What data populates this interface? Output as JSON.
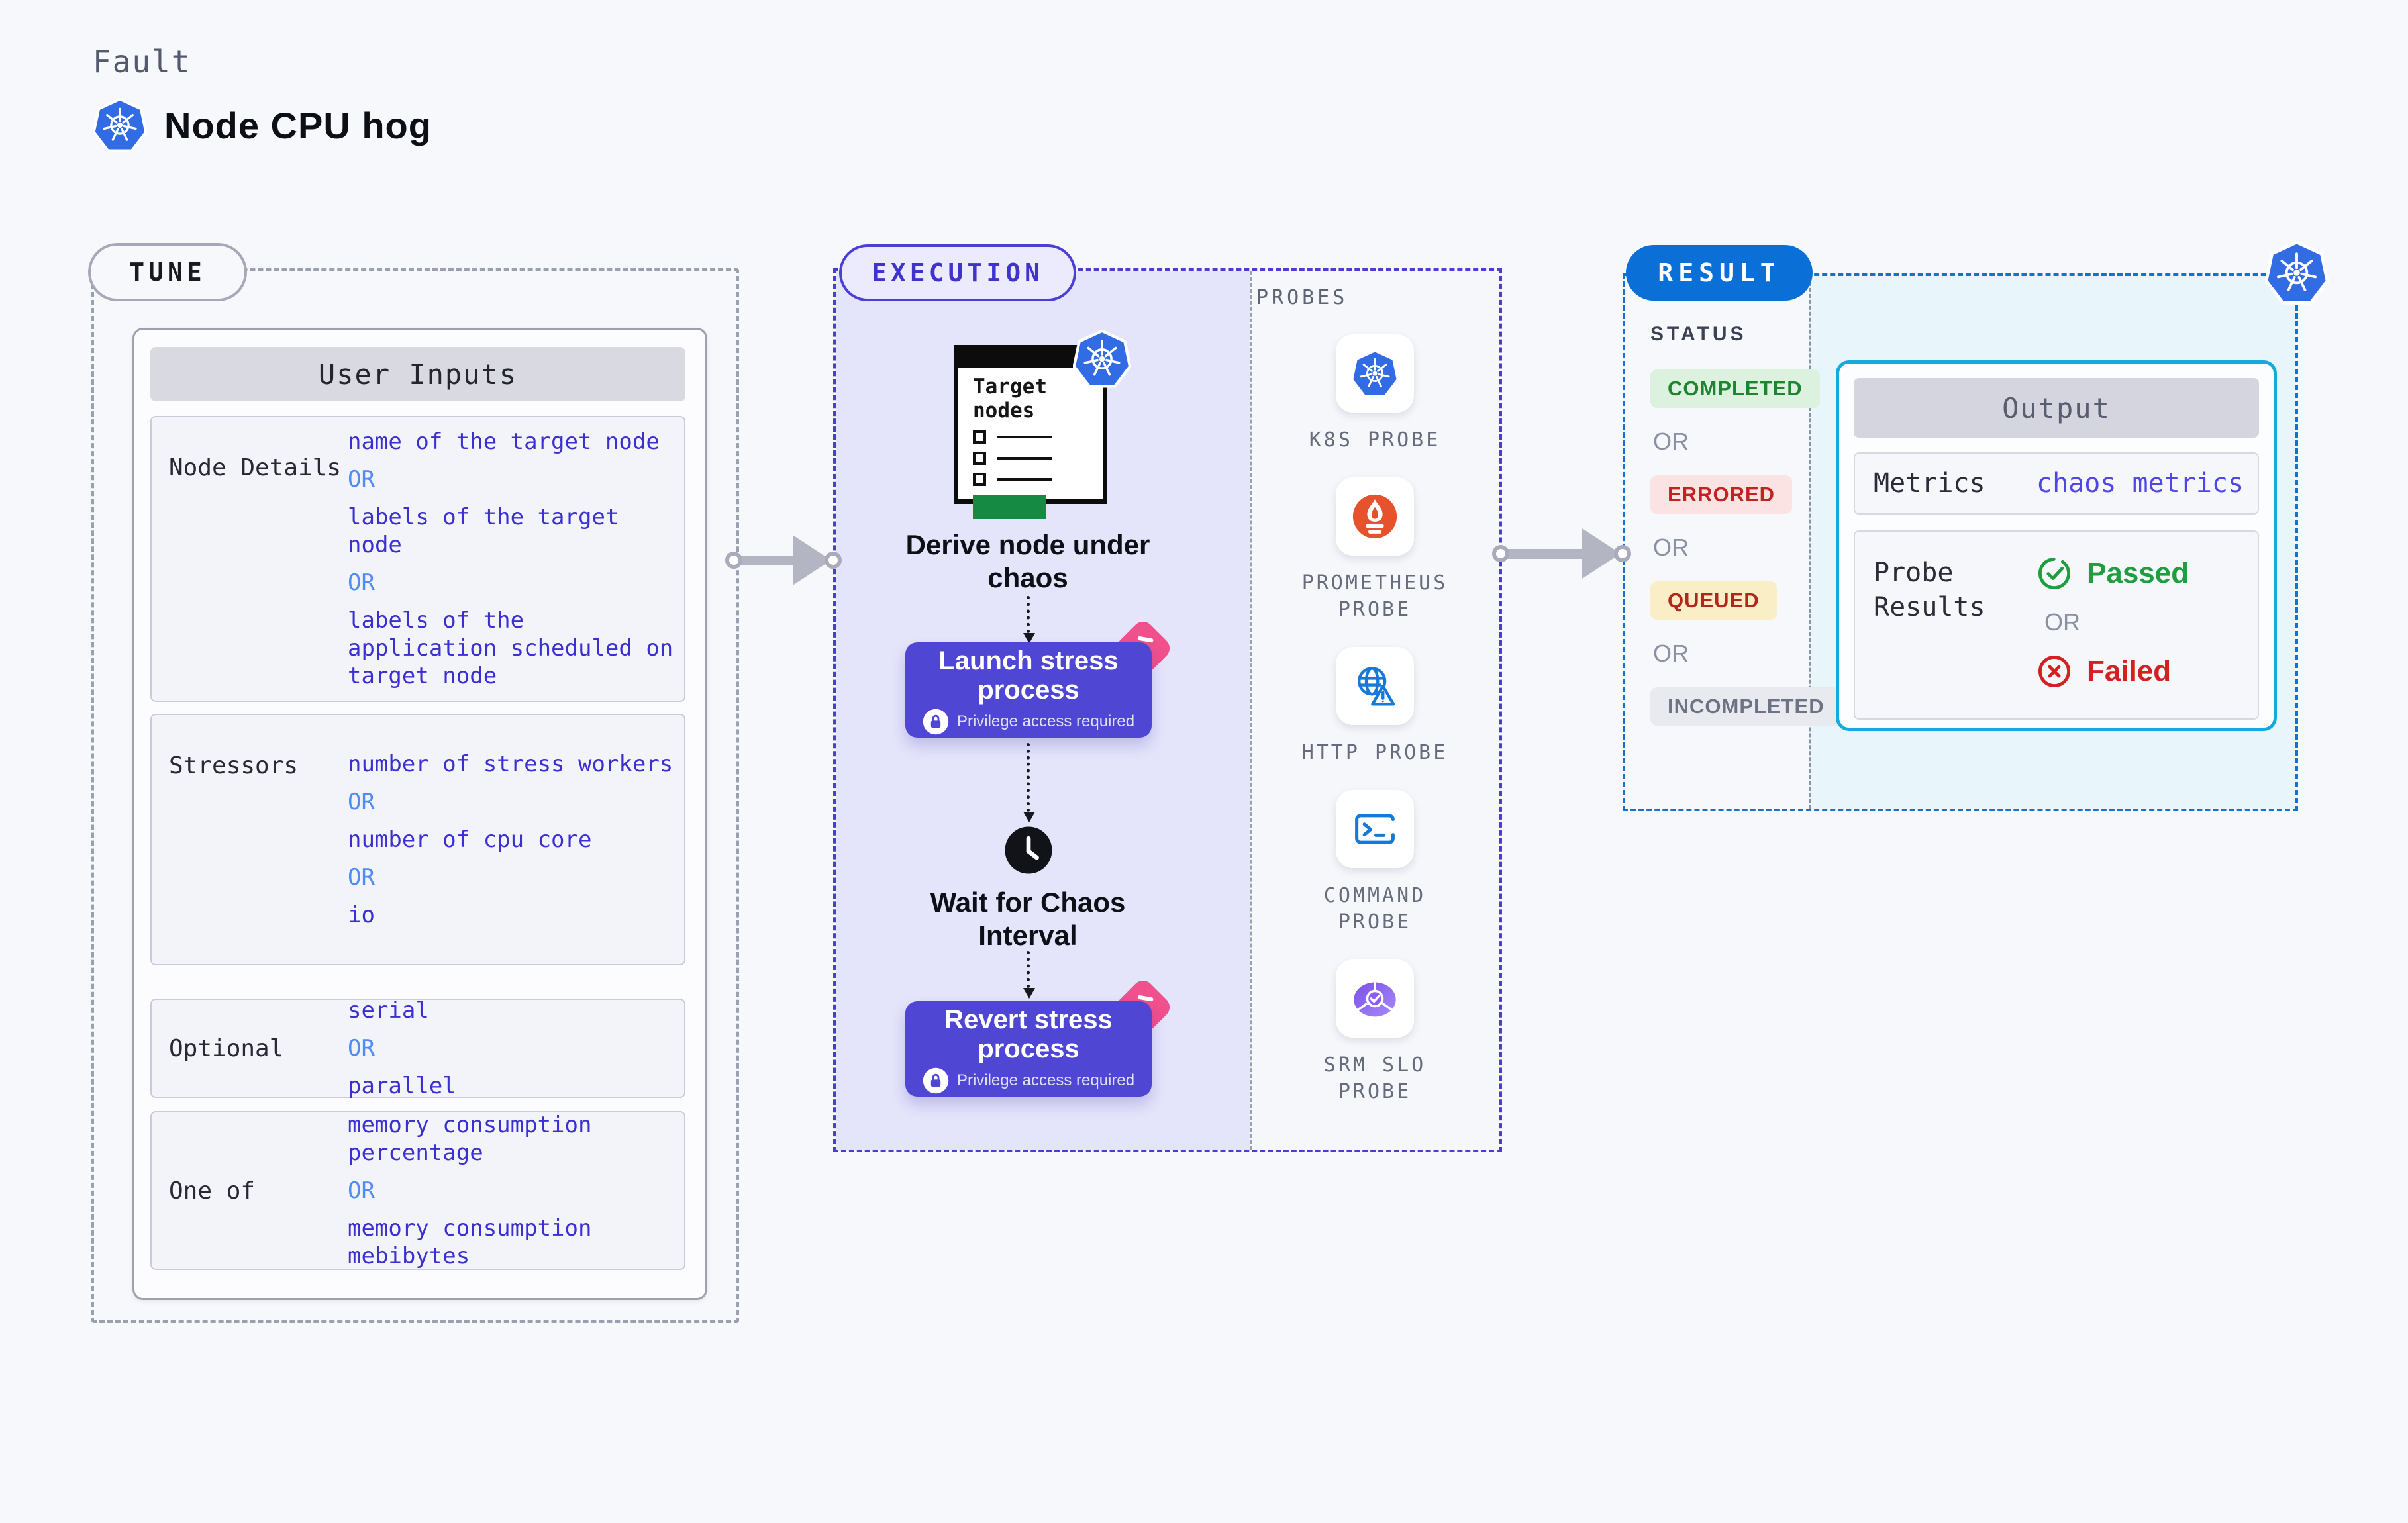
{
  "header": {
    "eyebrow": "Fault",
    "title": "Node CPU hog"
  },
  "tune": {
    "badge": "TUNE",
    "card_title": "User Inputs",
    "or_label": "OR",
    "rows": [
      {
        "label": "Node Details",
        "options": [
          "name of the target node",
          "labels of the target node",
          "labels of the application scheduled on target node"
        ]
      },
      {
        "label": "Stressors",
        "options": [
          "number of stress workers",
          "number of cpu core",
          "io"
        ]
      },
      {
        "label": "Optional",
        "options": [
          "serial",
          "parallel"
        ]
      },
      {
        "label": "One of",
        "options": [
          "memory consumption percentage",
          "memory consumption mebibytes"
        ]
      }
    ]
  },
  "execution": {
    "badge": "EXECUTION",
    "doc_title": "Target nodes",
    "derive_label": "Derive node under chaos",
    "launch_title": "Launch stress process",
    "wait_label": "Wait for Chaos Interval",
    "revert_title": "Revert stress process",
    "privilege_note": "Privilege access required"
  },
  "probes": {
    "title": "PROBES",
    "items": [
      {
        "icon": "k8s-icon",
        "label": "K8S PROBE"
      },
      {
        "icon": "prometheus-icon",
        "label": "PROMETHEUS PROBE"
      },
      {
        "icon": "http-icon",
        "label": "HTTP PROBE"
      },
      {
        "icon": "command-icon",
        "label": "COMMAND PROBE"
      },
      {
        "icon": "srm-icon",
        "label": "SRM SLO PROBE"
      }
    ]
  },
  "result": {
    "badge": "RESULT",
    "status_title": "STATUS",
    "or_label": "OR",
    "statuses": [
      {
        "label": "COMPLETED",
        "bg": "#dcf2de",
        "color": "#1d8430"
      },
      {
        "label": "ERRORED",
        "bg": "#fbe3e3",
        "color": "#c12222"
      },
      {
        "label": "QUEUED",
        "bg": "#f9eec5",
        "color": "#b3261e"
      },
      {
        "label": "INCOMPLETED",
        "bg": "#e9eaf0",
        "color": "#6d7385"
      }
    ],
    "output": {
      "title": "Output",
      "metrics_label": "Metrics",
      "metrics_value": "chaos metrics",
      "probe_results_label": "Probe Results",
      "passed_label": "Passed",
      "or_label": "OR",
      "failed_label": "Failed"
    }
  },
  "colors": {
    "accent_indigo": "#4a3ed2",
    "lavender_fill": "#e4e4fa",
    "result_blue": "#0b6fd8",
    "result_dash_blue": "#1272d4",
    "cyan_border": "#14aadc",
    "cyan_fill": "#e8f6fb",
    "value_indigo": "#3b2fd2",
    "or_blue": "#4f8cf6",
    "passed_green": "#1e9e3e",
    "failed_red": "#d42020",
    "k8s_blue": "#326ce5",
    "prometheus_orange": "#e6522c",
    "chaos_pink": "#f0508c",
    "green_bar": "#148a43"
  }
}
